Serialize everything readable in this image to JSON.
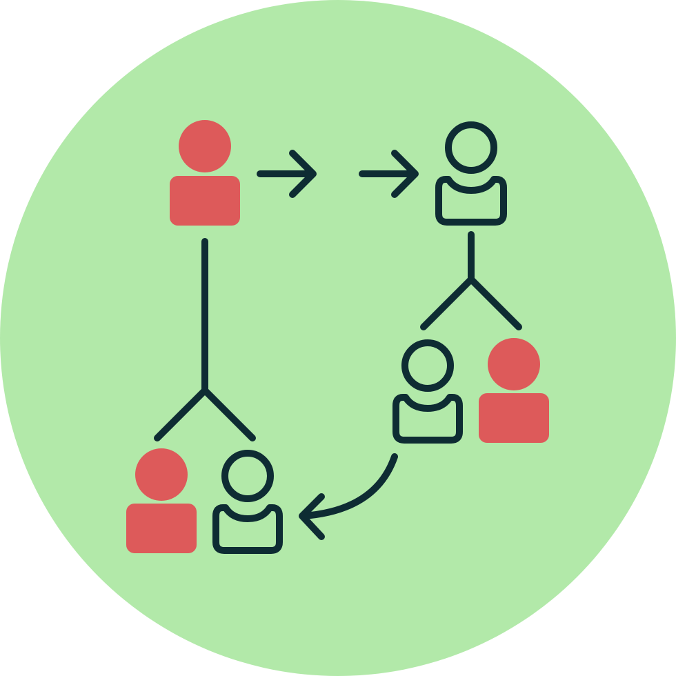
{
  "icon": {
    "name": "referral-network-icon",
    "colors": {
      "background_circle": "#b2e9a9",
      "filled_person": "#dd5a5a",
      "outline": "#0e2c33"
    }
  },
  "people": [
    {
      "name": "referrer-person-icon",
      "style": "filled"
    },
    {
      "name": "referred-person-icon",
      "style": "outline"
    },
    {
      "name": "left-child-person-filled-icon",
      "style": "filled"
    },
    {
      "name": "left-child-person-outline-icon",
      "style": "outline"
    },
    {
      "name": "right-child-person-outline-icon",
      "style": "outline"
    },
    {
      "name": "right-child-person-filled-icon",
      "style": "filled"
    }
  ]
}
